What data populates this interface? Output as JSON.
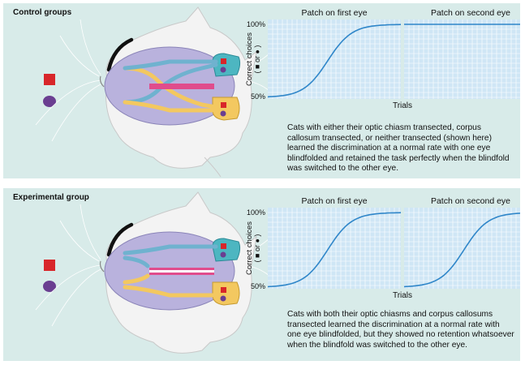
{
  "panels": [
    {
      "title": "Control groups",
      "caption": "Cats with either their optic chiasm transected, corpus callosum transected, or neither transected (shown here) learned the discrimination at a normal rate with one eye blindfolded and retained the task perfectly when the blindfold was switched to the other eye.",
      "chart_data": {
        "type": "line",
        "xlabel": "Trials",
        "ylabel": "Correct choices",
        "ylabel_sub": "( ■ or ● )",
        "ylim": [
          "50%",
          "100%"
        ],
        "ytick_labels": [
          "100%",
          "50%"
        ],
        "grid": true,
        "subplots": [
          {
            "title": "Patch on first eye",
            "shape": "sigmoid rising from 50% to 100%"
          },
          {
            "title": "Patch on second eye",
            "shape": "flat at 100%"
          }
        ]
      }
    },
    {
      "title": "Experimental group",
      "caption": "Cats with both their optic chiasms and corpus callosums transected learned the discrimination at a normal rate with one eye blindfolded, but they showed no retention whatsoever when the blindfold was switched to the other eye.",
      "chart_data": {
        "type": "line",
        "xlabel": "Trials",
        "ylabel": "Correct choices",
        "ylabel_sub": "( ■ or ● )",
        "ylim": [
          "50%",
          "100%"
        ],
        "ytick_labels": [
          "100%",
          "50%"
        ],
        "grid": true,
        "subplots": [
          {
            "title": "Patch on first eye",
            "shape": "sigmoid rising from 50% to 100%"
          },
          {
            "title": "Patch on second eye",
            "shape": "sigmoid rising from 50% to 100%"
          }
        ]
      }
    }
  ],
  "colors": {
    "panel_bg": "#d8ebe9",
    "chart_bg": "#cfe6f5",
    "grid": "#ffffff",
    "curve": "#2f86c9",
    "brain": "#b9b2dd",
    "optic_path": "#6fb2cf",
    "lgn_yellow": "#f3c860",
    "callosum": "#e04c8c",
    "square": "#d8262a",
    "circle": "#6a3e91",
    "eye_patch": "#111111"
  }
}
